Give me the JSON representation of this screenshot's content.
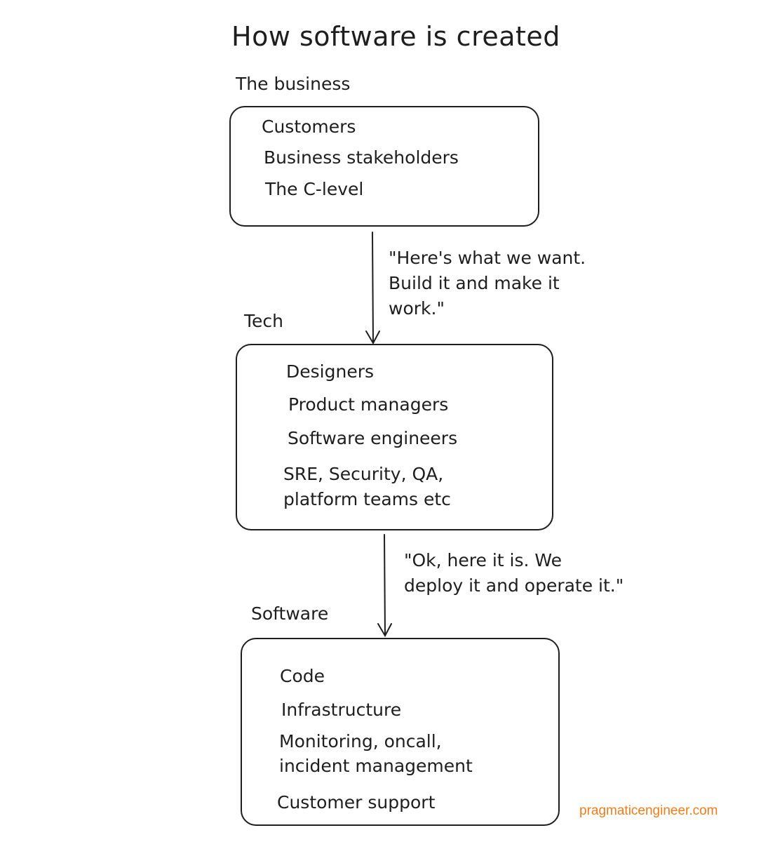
{
  "title": "How software is created",
  "sections": {
    "business": {
      "label": "The business",
      "items": [
        "Customers",
        "Business stakeholders",
        "The C-level"
      ]
    },
    "tech": {
      "label": "Tech",
      "items": [
        "Designers",
        "Product managers",
        "Software engineers",
        "SRE, Security, QA,",
        "platform teams etc"
      ]
    },
    "software": {
      "label": "Software",
      "items": [
        "Code",
        "Infrastructure",
        "Monitoring, oncall,",
        "incident management",
        "Customer support"
      ]
    }
  },
  "flows": {
    "business_to_tech": [
      "\"Here's what we want.",
      "Build it and make it",
      "work.\""
    ],
    "tech_to_software": [
      "\"Ok, here it is. We",
      "deploy it and operate it.\""
    ]
  },
  "credit": "pragmaticengineer.com",
  "colors": {
    "ink": "#1e1e1e",
    "credit": "#f07c1c",
    "background": "#ffffff"
  }
}
